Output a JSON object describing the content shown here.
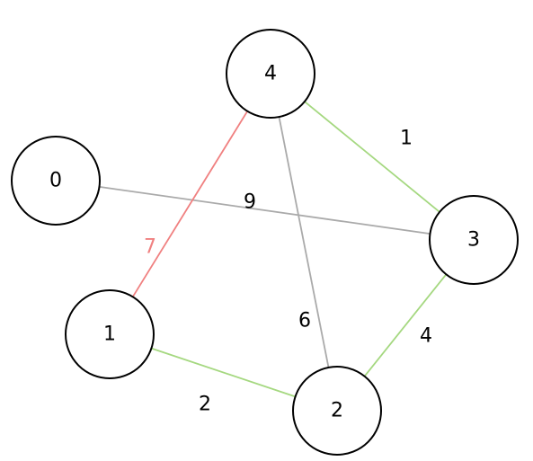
{
  "graph": {
    "nodes": [
      {
        "id": "0",
        "label": "0"
      },
      {
        "id": "1",
        "label": "1"
      },
      {
        "id": "2",
        "label": "2"
      },
      {
        "id": "3",
        "label": "3"
      },
      {
        "id": "4",
        "label": "4"
      }
    ],
    "edges": [
      {
        "from": "0",
        "to": "3",
        "weight": "9",
        "color": "#aaaaaa",
        "weight_color": "#000000"
      },
      {
        "from": "1",
        "to": "4",
        "weight": "7",
        "color": "#f08080",
        "weight_color": "#f08080"
      },
      {
        "from": "4",
        "to": "2",
        "weight": "6",
        "color": "#aaaaaa",
        "weight_color": "#000000"
      },
      {
        "from": "4",
        "to": "3",
        "weight": "1",
        "color": "#a5d880",
        "weight_color": "#000000"
      },
      {
        "from": "3",
        "to": "2",
        "weight": "4",
        "color": "#a5d880",
        "weight_color": "#000000"
      },
      {
        "from": "1",
        "to": "2",
        "weight": "2",
        "color": "#a5d880",
        "weight_color": "#000000"
      }
    ]
  }
}
